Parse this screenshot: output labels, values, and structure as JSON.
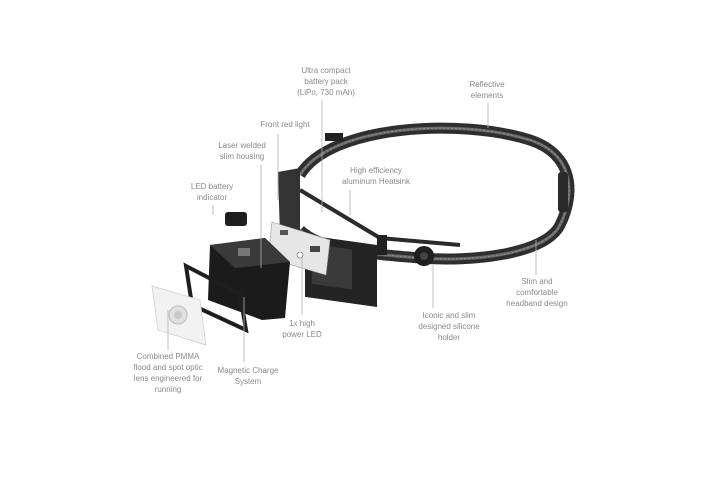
{
  "labels": {
    "battery": [
      "Ultra compact",
      "battery pack",
      "(LiPo, 730 mAh)"
    ],
    "reflective": [
      "Reflective",
      "elements"
    ],
    "red_light": [
      "Front red light"
    ],
    "housing": [
      "Laser welded",
      "slim housing"
    ],
    "heatsink": [
      "High efficiency",
      "aluminum Heatsink"
    ],
    "led_indicator": [
      "LED battery",
      "indicator"
    ],
    "headband": [
      "Slim and",
      "comfortable",
      "headband design"
    ],
    "holder": [
      "Iconic and slim",
      "designed silicone",
      "holder"
    ],
    "power_led": [
      "1x high",
      "power LED"
    ],
    "charge": [
      "Magnetic Charge",
      "System"
    ],
    "lens": [
      "Combined PMMA",
      "flood and spot optic",
      "lens engineered for",
      "running"
    ]
  },
  "colors": {
    "label": "#8a8a8a",
    "leader": "#b0b0b0",
    "band": "#3a3a3a",
    "body": "#1c1c1c"
  }
}
